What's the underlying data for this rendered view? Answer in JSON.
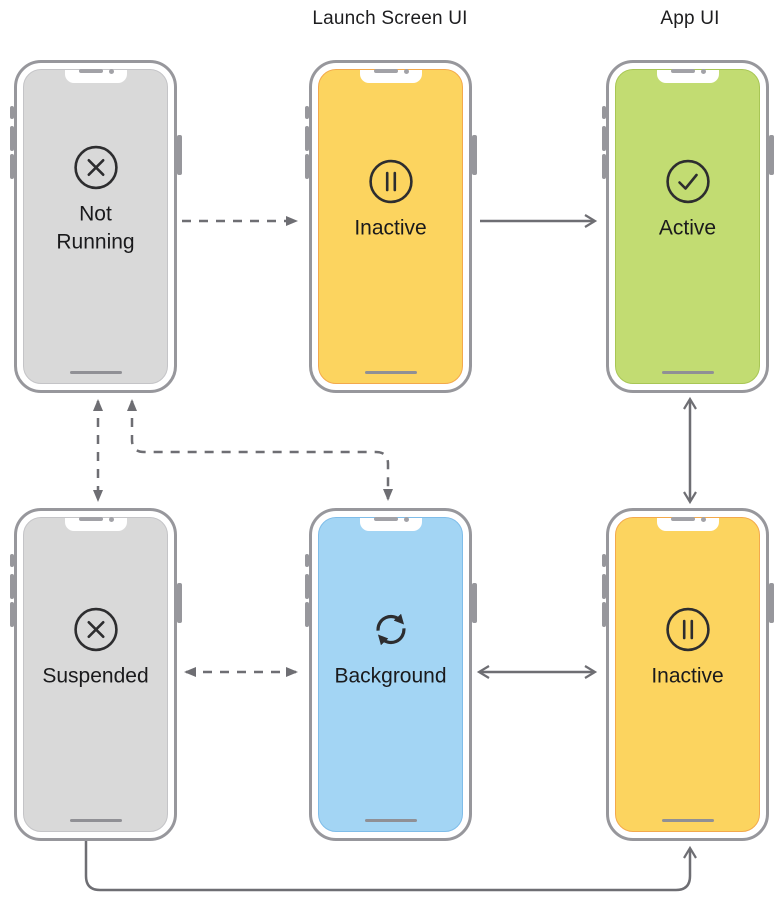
{
  "title": "iOS app life cycle states diagram",
  "headers": {
    "launch": "Launch Screen UI",
    "app": "App UI"
  },
  "states": [
    {
      "id": "not-running",
      "label": "Not\nRunning",
      "icon": "x-circle-icon",
      "screen_color": "#d9d9d9",
      "screen_border_color": "#c4c4c7"
    },
    {
      "id": "inactive-launch",
      "label": "Inactive",
      "icon": "pause-circle-icon",
      "screen_color": "#fcd45f",
      "screen_border_color": "#f3a94c"
    },
    {
      "id": "active",
      "label": "Active",
      "icon": "check-circle-icon",
      "screen_color": "#c2dc72",
      "screen_border_color": "#a8c655"
    },
    {
      "id": "suspended",
      "label": "Suspended",
      "icon": "x-circle-icon",
      "screen_color": "#d9d9d9",
      "screen_border_color": "#c4c4c7"
    },
    {
      "id": "background",
      "label": "Background",
      "icon": "sync-icon",
      "screen_color": "#a3d5f4",
      "screen_border_color": "#7fbde9"
    },
    {
      "id": "inactive-app",
      "label": "Inactive",
      "icon": "pause-circle-icon",
      "screen_color": "#fcd45f",
      "screen_border_color": "#f3a94c"
    }
  ],
  "transitions": [
    {
      "from": "not-running",
      "to": "inactive-launch",
      "line": "dashed",
      "direction": "one-way"
    },
    {
      "from": "inactive-launch",
      "to": "active",
      "line": "solid",
      "direction": "one-way"
    },
    {
      "from": "not-running",
      "to": "suspended",
      "line": "dashed",
      "direction": "two-way"
    },
    {
      "from": "not-running",
      "to": "background",
      "line": "dashed",
      "direction": "two-way"
    },
    {
      "from": "active",
      "to": "inactive-app",
      "line": "solid",
      "direction": "two-way"
    },
    {
      "from": "suspended",
      "to": "background",
      "line": "dashed",
      "direction": "two-way"
    },
    {
      "from": "background",
      "to": "inactive-app",
      "line": "solid",
      "direction": "two-way"
    },
    {
      "from": "suspended",
      "to": "inactive-app",
      "line": "solid",
      "direction": "one-way"
    }
  ],
  "colors": {
    "arrow": "#6e6e73",
    "phone_frame": "#97979c",
    "icon_stroke": "#2d2d2f",
    "label_text": "#1a1a1c",
    "header_text": "#1d1d1f",
    "screen_gray": "#d9d9d9",
    "screen_yellow": "#fcd45f",
    "screen_green": "#c2dc72",
    "screen_blue": "#a3d5f4"
  }
}
